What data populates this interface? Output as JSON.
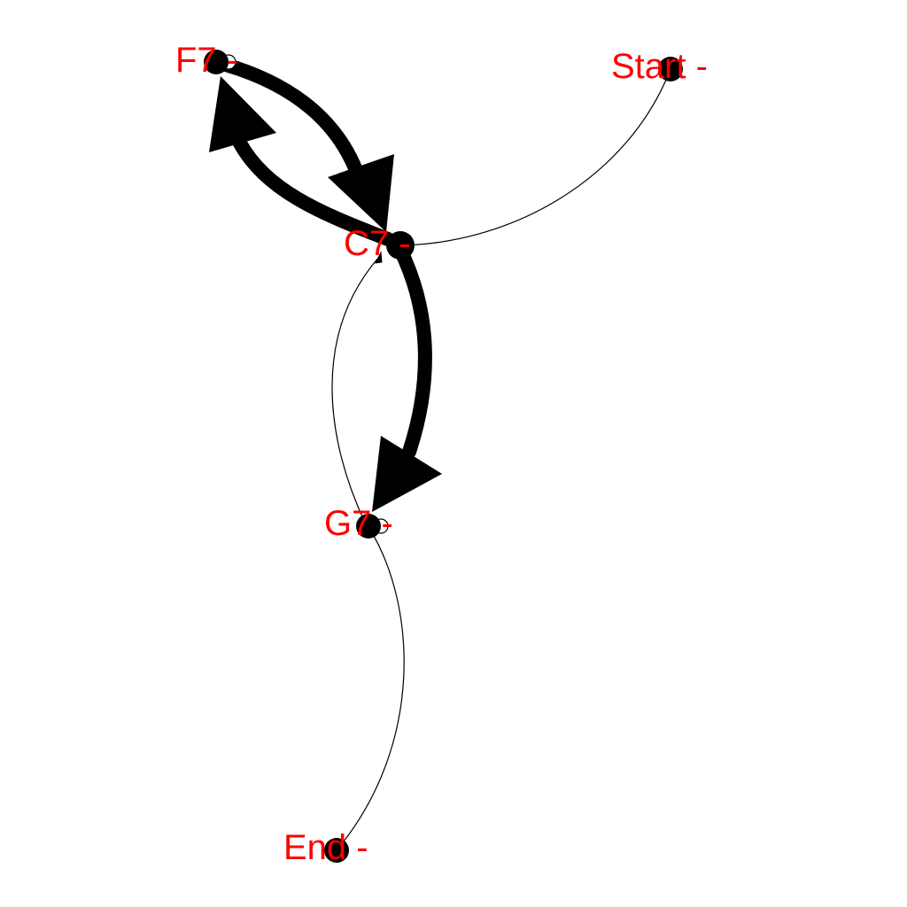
{
  "colors": {
    "background": "#ffffff",
    "edge": "#000000",
    "node_fill": "#000000",
    "label": "#ff0000"
  },
  "nodes": [
    {
      "id": "f7",
      "label": "F7 -"
    },
    {
      "id": "start",
      "label": "Start -"
    },
    {
      "id": "c7",
      "label": "C7 -"
    },
    {
      "id": "g7",
      "label": "G7 -"
    },
    {
      "id": "end",
      "label": "End -"
    }
  ],
  "edges": [
    {
      "from": "start",
      "to": "c7",
      "weight": "thin"
    },
    {
      "from": "c7",
      "to": "f7",
      "weight": "heavy"
    },
    {
      "from": "f7",
      "to": "c7",
      "weight": "heavy"
    },
    {
      "from": "c7",
      "to": "g7",
      "weight": "heavy"
    },
    {
      "from": "g7",
      "to": "c7",
      "weight": "thin"
    },
    {
      "from": "g7",
      "to": "end",
      "weight": "thin"
    },
    {
      "from": "f7",
      "to": "f7",
      "weight": "self-loop"
    },
    {
      "from": "g7",
      "to": "g7",
      "weight": "self-loop"
    }
  ]
}
